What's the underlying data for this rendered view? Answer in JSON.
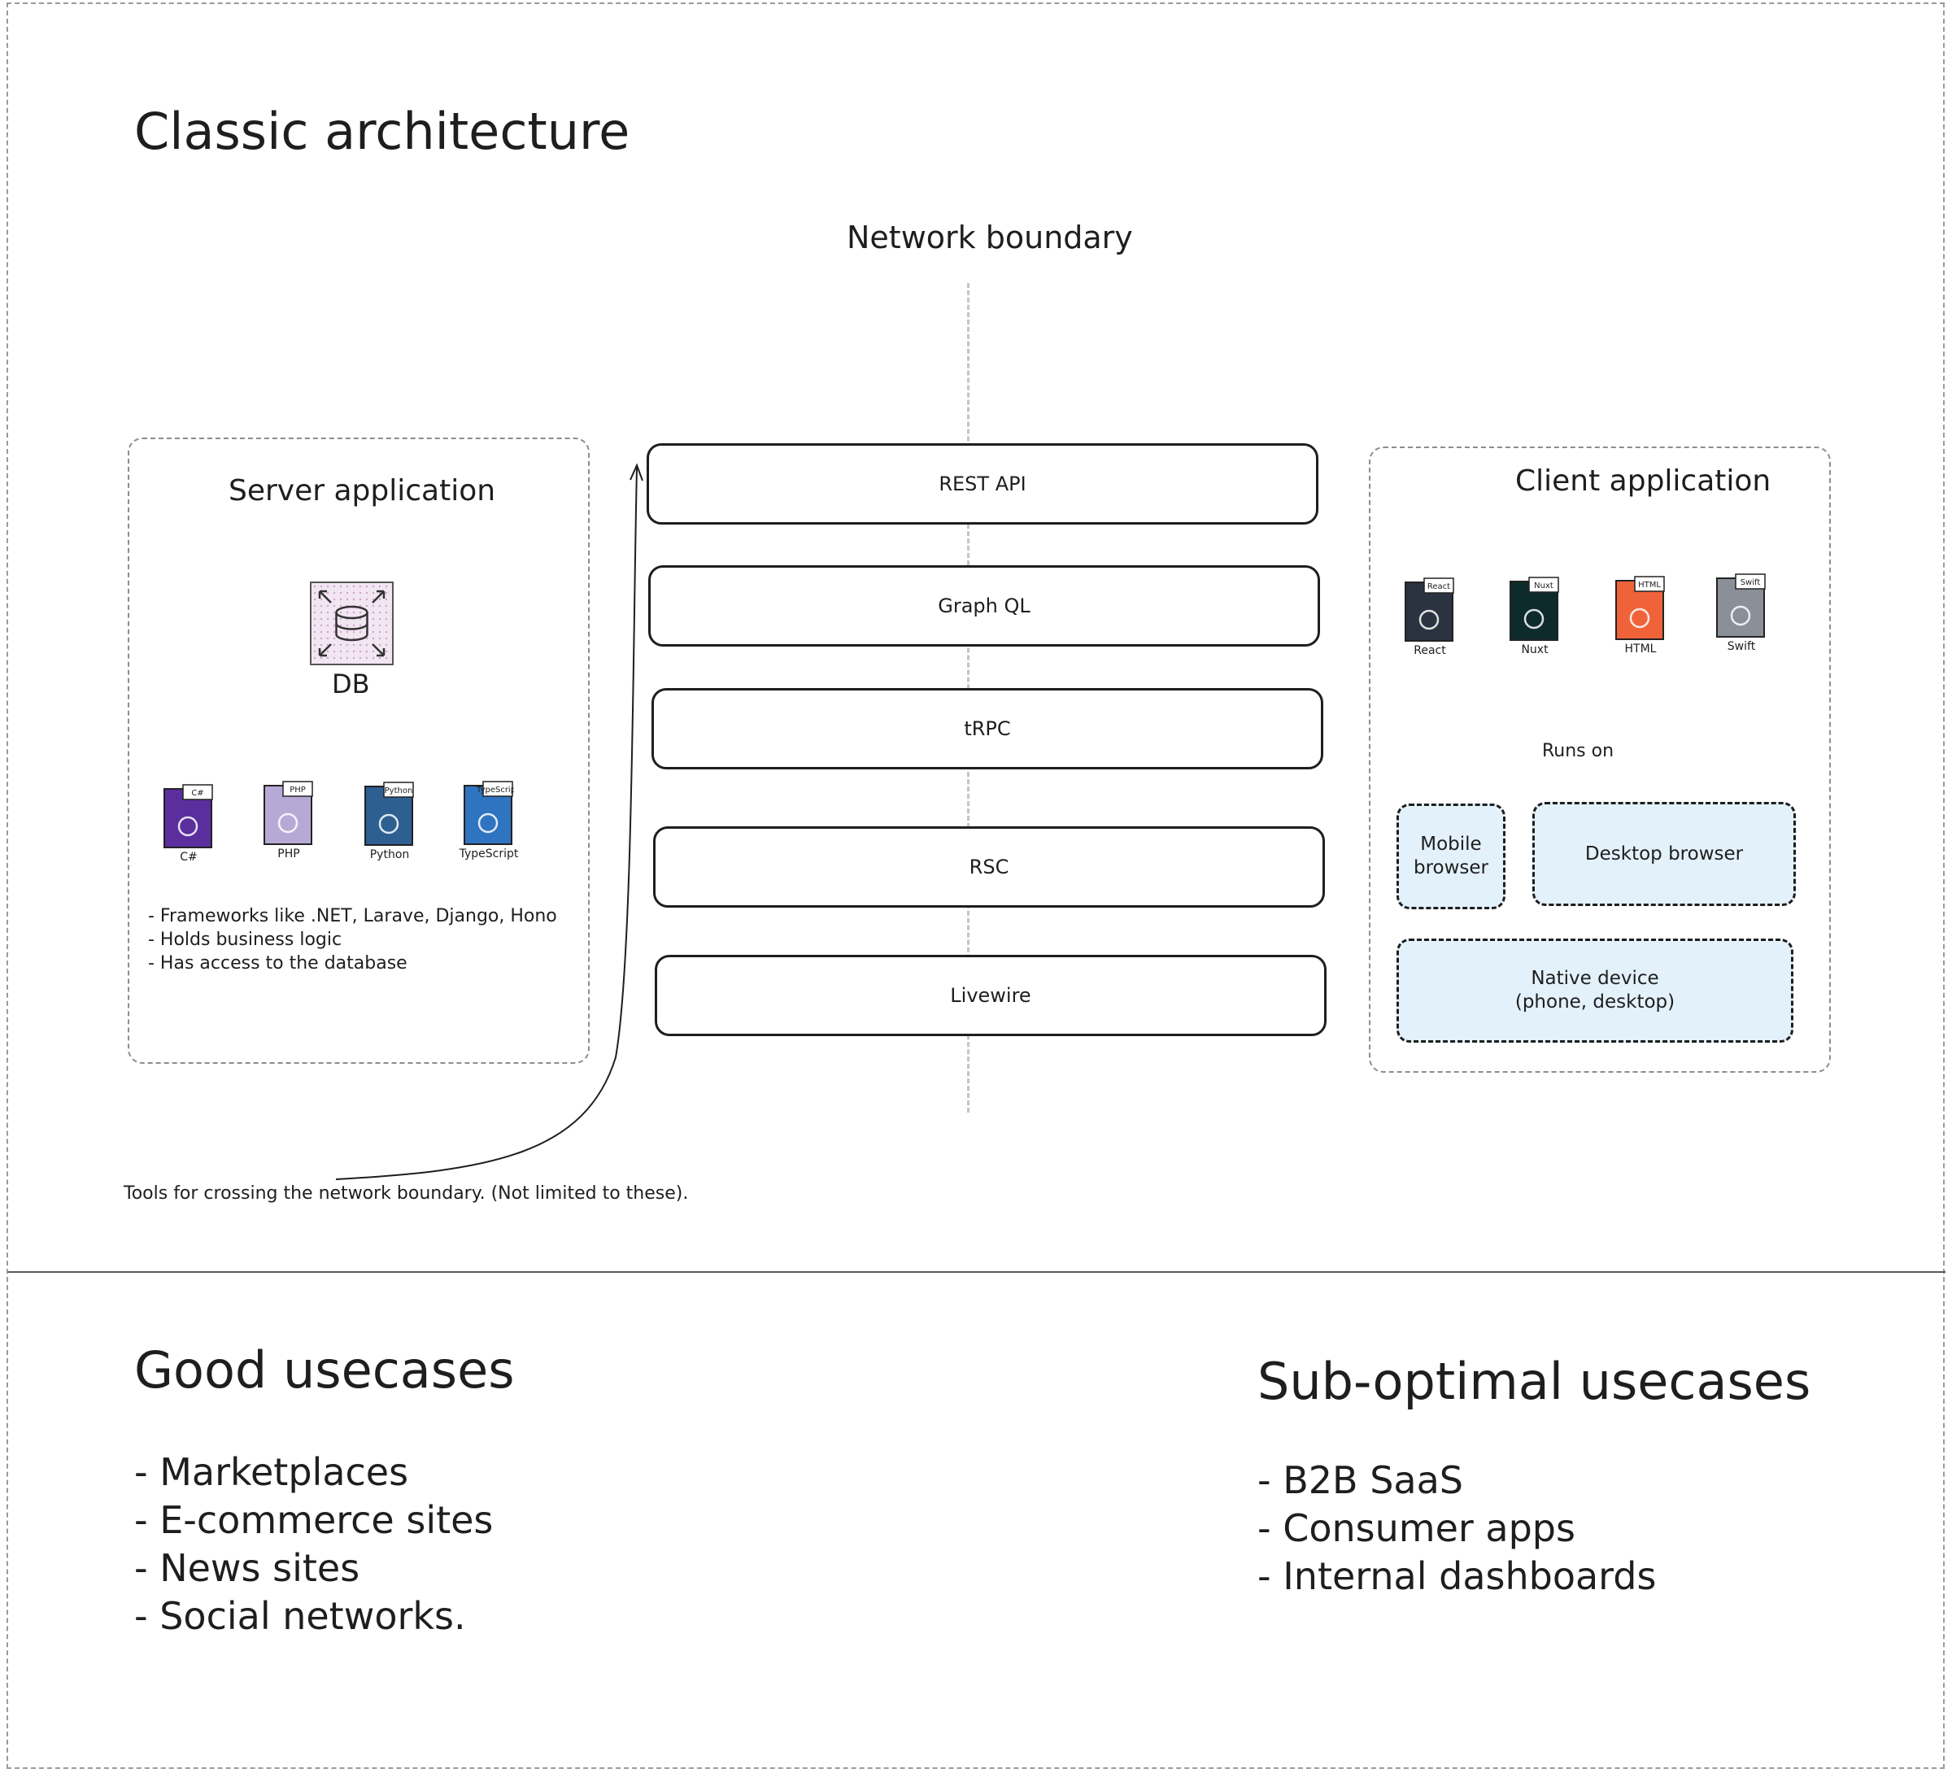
{
  "title": "Classic architecture",
  "network_boundary_label": "Network boundary",
  "server": {
    "title": "Server application",
    "db_label": "DB",
    "languages": [
      {
        "name": "C#",
        "tag": "C#",
        "color": "#5b2e9e",
        "icon": "csharp-icon"
      },
      {
        "name": "PHP",
        "tag": "PHP",
        "color": "#b7a9d6",
        "icon": "php-icon"
      },
      {
        "name": "Python",
        "tag": "Python",
        "color": "#2d5f91",
        "icon": "python-icon"
      },
      {
        "name": "TypeScript",
        "tag": "TypeScript",
        "color": "#2f74c0",
        "icon": "typescript-icon"
      }
    ],
    "notes": [
      "- Frameworks like .NET, Larave, Django, Hono",
      "- Holds business logic",
      "- Has access to the database"
    ]
  },
  "protocols": [
    "REST API",
    "Graph QL",
    "tRPC",
    "RSC",
    "Livewire"
  ],
  "client": {
    "title": "Client application",
    "frameworks": [
      {
        "name": "React",
        "tag": "React",
        "color": "#2b3340",
        "icon": "react-icon"
      },
      {
        "name": "Nuxt",
        "tag": "Nuxt",
        "color": "#0e2b2b",
        "icon": "nuxt-icon"
      },
      {
        "name": "HTML",
        "tag": "HTML",
        "color": "#f0633a",
        "icon": "html-icon"
      },
      {
        "name": "Swift",
        "tag": "Swift",
        "color": "#8a8f98",
        "icon": "swift-icon"
      }
    ],
    "runs_on_label": "Runs on",
    "environments": {
      "mobile": "Mobile browser",
      "desktop": "Desktop browser",
      "native": "Native device (phone, desktop)"
    }
  },
  "tools_note": "Tools for crossing the network boundary. (Not limited to these).",
  "good": {
    "title": "Good usecases",
    "items": [
      "- Marketplaces",
      "- E-commerce sites",
      "- News sites",
      "- Social networks."
    ]
  },
  "suboptimal": {
    "title": "Sub-optimal usecases",
    "items": [
      "- B2B SaaS",
      "- Consumer apps",
      "- Internal dashboards"
    ]
  }
}
